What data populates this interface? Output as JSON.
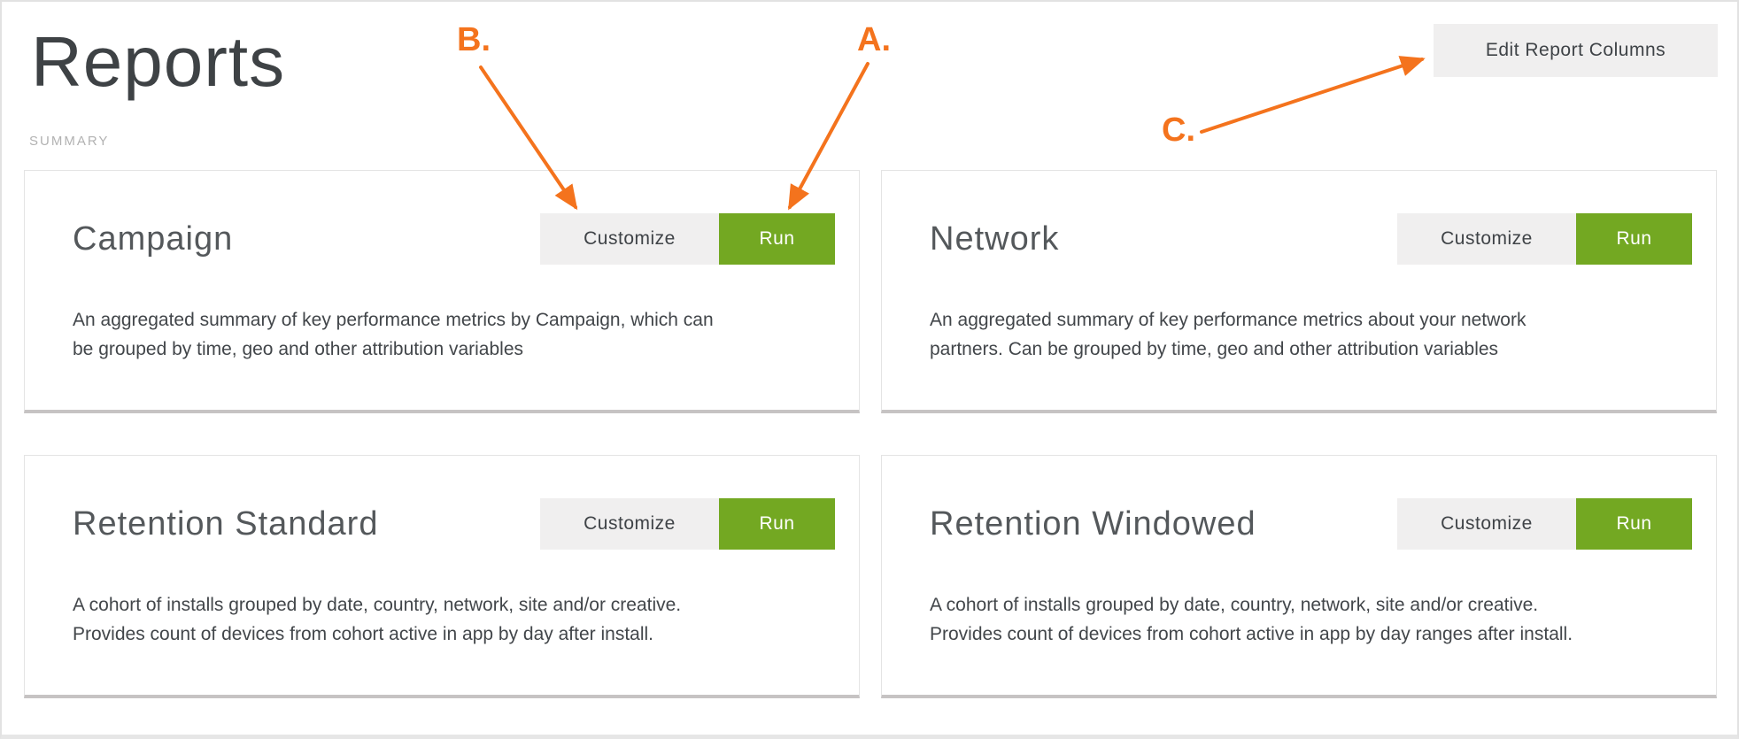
{
  "page": {
    "title": "Reports",
    "section_label": "SUMMARY"
  },
  "header": {
    "edit_report_columns_label": "Edit Report Columns"
  },
  "card_buttons": {
    "customize": "Customize",
    "run": "Run"
  },
  "cards": [
    {
      "title": "Campaign",
      "description": "An aggregated summary of key performance metrics by Campaign, which can be grouped by time, geo and other attribution variables"
    },
    {
      "title": "Network",
      "description": "An aggregated summary of key performance metrics about your network partners. Can be grouped by time, geo and other attribution variables"
    },
    {
      "title": "Retention Standard",
      "description": "A cohort of installs grouped by date, country, network, site and/or creative. Provides count of devices from cohort active in app by day after install."
    },
    {
      "title": "Retention Windowed",
      "description": "A cohort of installs grouped by date, country, network, site and/or creative. Provides count of devices from cohort active in app by day ranges after install."
    }
  ],
  "annotations": {
    "a_label": "A.",
    "b_label": "B.",
    "c_label": "C."
  },
  "colors": {
    "annotation_orange": "#f4731d",
    "run_green": "#73a822",
    "button_gray": "#f0efef",
    "card_border": "#e4e4e4",
    "card_border_bottom": "#c6c3c3"
  }
}
